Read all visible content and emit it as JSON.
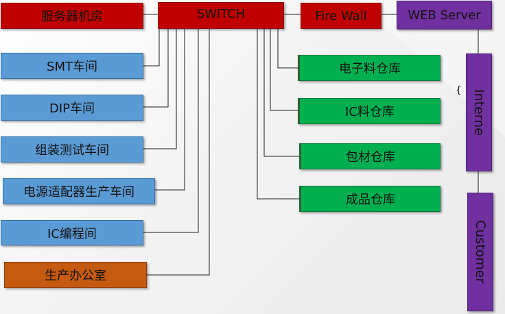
{
  "nodes": {
    "server_room": "服务器机房",
    "switch": "SWITCH",
    "firewall": "Fire Wall",
    "web_server": "WEB Server",
    "internet": "Interne",
    "customer": "Customer",
    "smt": "SMT车间",
    "dip": "DIP车间",
    "assembly_test": "组装测试车间",
    "power_adapter": "电源适配器生产车间",
    "ic_programming": "IC编程间",
    "production_office": "生产办公室",
    "electronic_warehouse": "电子料仓库",
    "ic_warehouse": "IC料仓库",
    "packaging_warehouse": "包材仓库",
    "finished_goods_warehouse": "成品仓库"
  },
  "colors": {
    "core": "#c00000",
    "workshop": "#5b9bd5",
    "warehouse": "#00b050",
    "office": "#c55a11",
    "external": "#7030a0",
    "line": "#1a1a1a"
  }
}
